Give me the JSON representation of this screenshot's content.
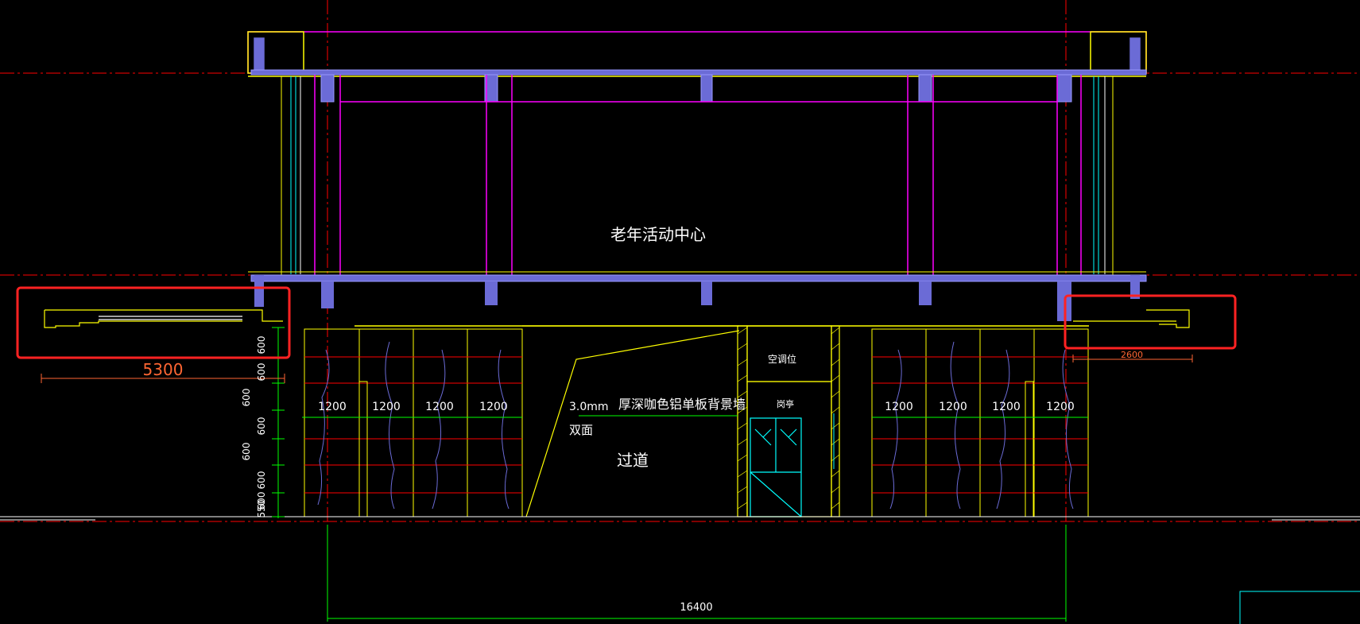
{
  "title_main": "老年活动中心",
  "left_span": "5300",
  "right_span": "2600",
  "bottom_span": "16400",
  "left_tiles": [
    "1200",
    "1200",
    "1200",
    "1200"
  ],
  "right_tiles": [
    "1200",
    "1200",
    "1200",
    "1200"
  ],
  "left_dims": [
    "600",
    "600",
    "600",
    "600",
    "600",
    "600",
    "600",
    "550"
  ],
  "thickness": "3.0mm",
  "double_side": "双面",
  "wall_desc": "厚深咖色铝单板背景墙",
  "ac_label": "空调位",
  "booth_label": "岗亭",
  "corridor": "过道",
  "colors": {
    "magenta": "#ff00ff",
    "yellow": "#ffff00",
    "red": "#ff0000",
    "green": "#00ff00",
    "cyan": "#00ffff",
    "white": "#ffffff",
    "purple": "#6b6bd6",
    "orange": "#ff6633",
    "highlight": "#ff2222"
  }
}
